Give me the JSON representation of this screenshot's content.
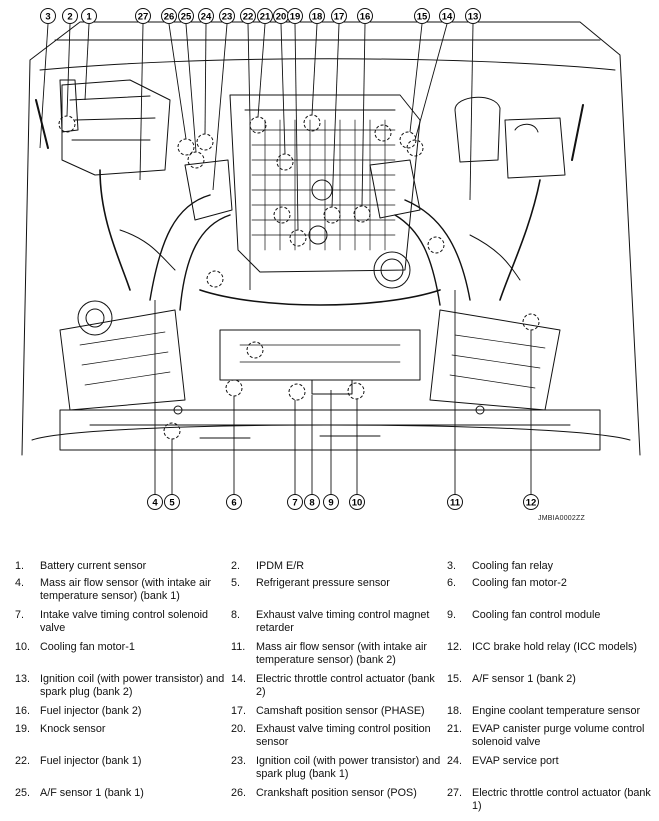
{
  "figure": {
    "callouts": [
      "3",
      "2",
      "1",
      "27",
      "26",
      "25",
      "24",
      "23",
      "22",
      "21",
      "20",
      "19",
      "18",
      "17",
      "16",
      "15",
      "14",
      "13",
      "4",
      "5",
      "6",
      "7",
      "8",
      "9",
      "10",
      "11",
      "12"
    ],
    "code": "JMBIA0002ZZ"
  },
  "legend": [
    {
      "n": "1.",
      "text": "Battery current sensor"
    },
    {
      "n": "2.",
      "text": "IPDM E/R"
    },
    {
      "n": "3.",
      "text": "Cooling fan relay"
    },
    {
      "n": "4.",
      "text": "Mass air flow sensor (with intake air temperature sensor) (bank 1)"
    },
    {
      "n": "5.",
      "text": "Refrigerant pressure sensor"
    },
    {
      "n": "6.",
      "text": "Cooling fan motor-2"
    },
    {
      "n": "7.",
      "text": "Intake valve timing control solenoid valve"
    },
    {
      "n": "8.",
      "text": "Exhaust valve timing control magnet retarder"
    },
    {
      "n": "9.",
      "text": "Cooling fan control module"
    },
    {
      "n": "10.",
      "text": "Cooling fan motor-1"
    },
    {
      "n": "11.",
      "text": "Mass air flow sensor (with intake air temperature sensor) (bank 2)"
    },
    {
      "n": "12.",
      "text": "ICC brake hold relay (ICC models)"
    },
    {
      "n": "13.",
      "text": "Ignition coil (with power transistor) and spark plug (bank 2)"
    },
    {
      "n": "14.",
      "text": "Electric throttle control actuator (bank 2)"
    },
    {
      "n": "15.",
      "text": "A/F sensor 1 (bank 2)"
    },
    {
      "n": "16.",
      "text": "Fuel injector (bank 2)"
    },
    {
      "n": "17.",
      "text": "Camshaft position sensor (PHASE)"
    },
    {
      "n": "18.",
      "text": "Engine coolant temperature sensor"
    },
    {
      "n": "19.",
      "text": "Knock sensor"
    },
    {
      "n": "20.",
      "text": "Exhaust valve timing control position sensor"
    },
    {
      "n": "21.",
      "text": "EVAP canister purge volume control solenoid valve"
    },
    {
      "n": "22.",
      "text": "Fuel injector (bank 1)"
    },
    {
      "n": "23.",
      "text": "Ignition coil (with power transistor) and spark plug (bank 1)"
    },
    {
      "n": "24.",
      "text": "EVAP service port"
    },
    {
      "n": "25.",
      "text": "A/F sensor 1 (bank 1)"
    },
    {
      "n": "26.",
      "text": "Crankshaft position sensor (POS)"
    },
    {
      "n": "27.",
      "text": "Electric throttle control actuator (bank 1)"
    }
  ]
}
